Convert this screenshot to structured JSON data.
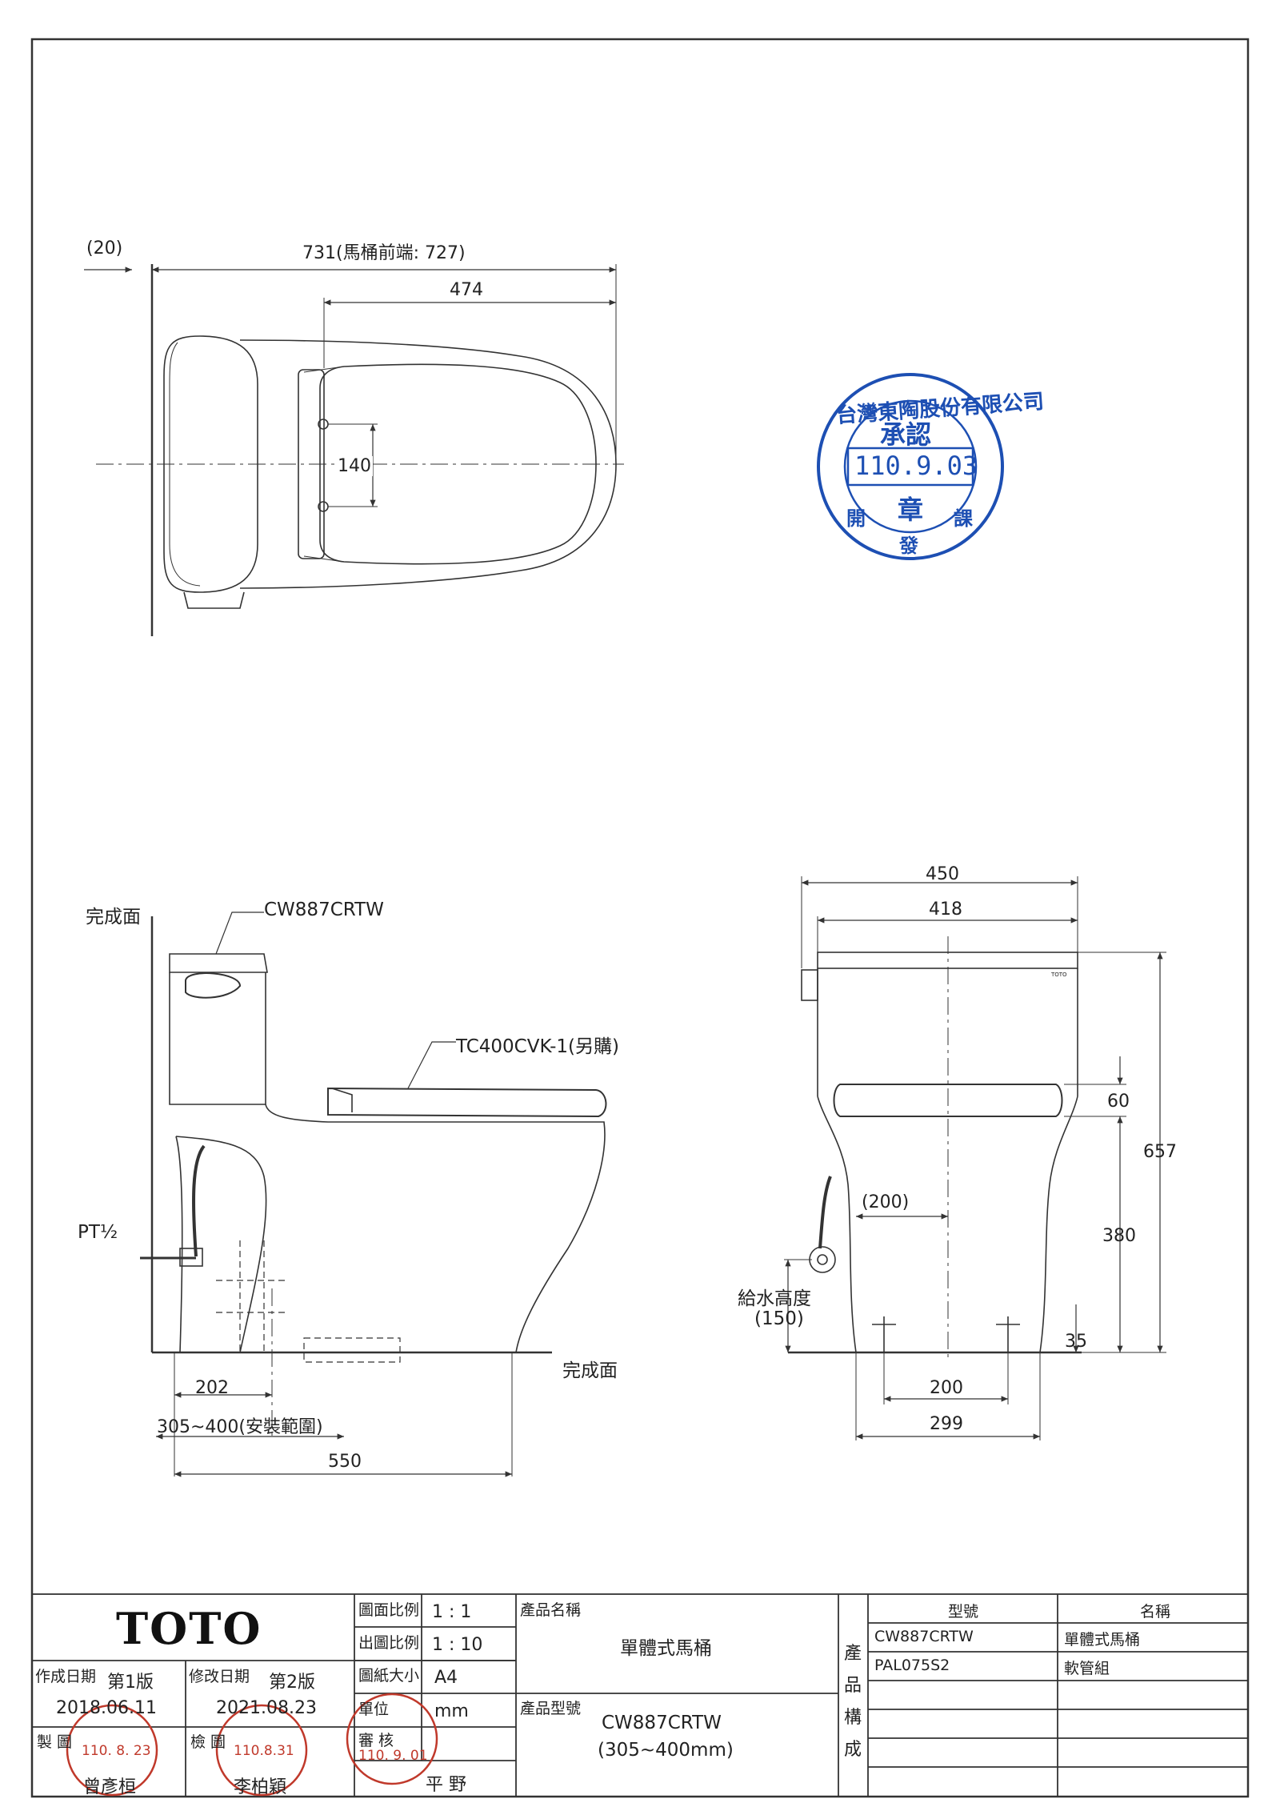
{
  "top_view": {
    "dim_offset": "(20)",
    "dim_overall": "731(馬桶前端: 727)",
    "dim_seat": "474",
    "dim_holes": "140"
  },
  "side_view": {
    "finish_face_wall": "完成面",
    "model_callout": "CW887CRTW",
    "seat_callout": "TC400CVK-1(另購)",
    "pipe_thread": "PT½",
    "finish_face_floor": "完成面",
    "dim_202": "202",
    "dim_range": "305~400(安裝範圍)",
    "dim_550": "550"
  },
  "front_view": {
    "dim_450": "450",
    "dim_418": "418",
    "dim_60": "60",
    "dim_657": "657",
    "dim_200_paren": "(200)",
    "dim_380": "380",
    "supply_height_label": "給水高度",
    "supply_height_value": "(150)",
    "dim_35": "35",
    "dim_200": "200",
    "dim_299": "299",
    "brand_mark": "TOTO"
  },
  "approval_stamp": {
    "company": "台灣東陶股份有限公司",
    "word_approve": "承認",
    "date": "110.9.03",
    "word_seal": "章",
    "dept_left": "開",
    "dept_mid": "發",
    "dept_right": "課"
  },
  "title_block": {
    "logo": "TOTO",
    "scale_label": "圖面比例",
    "scale_value": "1 : 1",
    "print_scale_label": "出圖比例",
    "print_scale_value": "1 : 10",
    "paper_label": "圖紙大小",
    "paper_value": "A4",
    "unit_label": "單位",
    "unit_value": "mm",
    "created_label": "作成日期",
    "created_version": "第1版",
    "created_date": "2018.06.11",
    "revised_label": "修改日期",
    "revised_version": "第2版",
    "revised_date": "2021.08.23",
    "drawn_label": "製 圖",
    "drawn_name": "曾彥桓",
    "drawn_stamp": "110. 8. 23",
    "checked_label": "檢 圖",
    "checked_name": "李柏穎",
    "checked_stamp": "110.8.31",
    "approved_label": "審 核",
    "approved_name": "平 野",
    "approved_stamp": "110. 9. 01",
    "product_name_label": "產品名稱",
    "product_name": "單體式馬桶",
    "product_model_label": "產品型號",
    "product_model": "CW887CRTW",
    "product_model_range": "(305~400mm)",
    "composition_label": [
      "產",
      "品",
      "構",
      "成"
    ],
    "col_model": "型號",
    "col_name": "名稱",
    "parts": [
      {
        "model": "CW887CRTW",
        "name": "單體式馬桶"
      },
      {
        "model": "PAL075S2",
        "name": "軟管組"
      }
    ]
  }
}
